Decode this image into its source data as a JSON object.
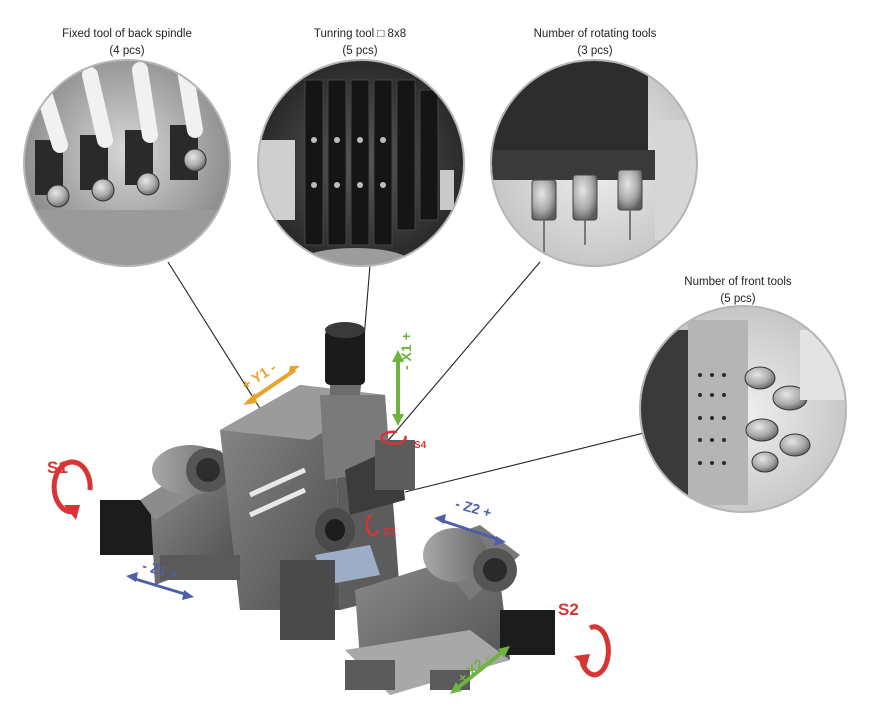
{
  "captions": {
    "back_spindle": {
      "title": "Fixed tool of back spindle",
      "qty": "(4 pcs)"
    },
    "turning_tool": {
      "title": "Tunring tool □ 8x8",
      "qty": "(5 pcs)"
    },
    "rotating_tools": {
      "title": "Number of rotating tools",
      "qty": "(3 pcs)"
    },
    "front_tools": {
      "title": "Number of front tools",
      "qty": "(5 pcs)"
    }
  },
  "axes": {
    "y1": "+ Y1 -",
    "x1": "- X1 +",
    "z1": "- Z1 +",
    "z2": "- Z2 +",
    "x2": "+ X2 -"
  },
  "spindles": {
    "s1": "S1",
    "s2": "S2",
    "s3": "S3",
    "s4": "S4"
  },
  "colors": {
    "y_axis": "#e8a42a",
    "x_axis": "#6fb43f",
    "z_axis": "#4d5fa8",
    "spindle": "#d83434",
    "machine": "#6e6e6e"
  }
}
